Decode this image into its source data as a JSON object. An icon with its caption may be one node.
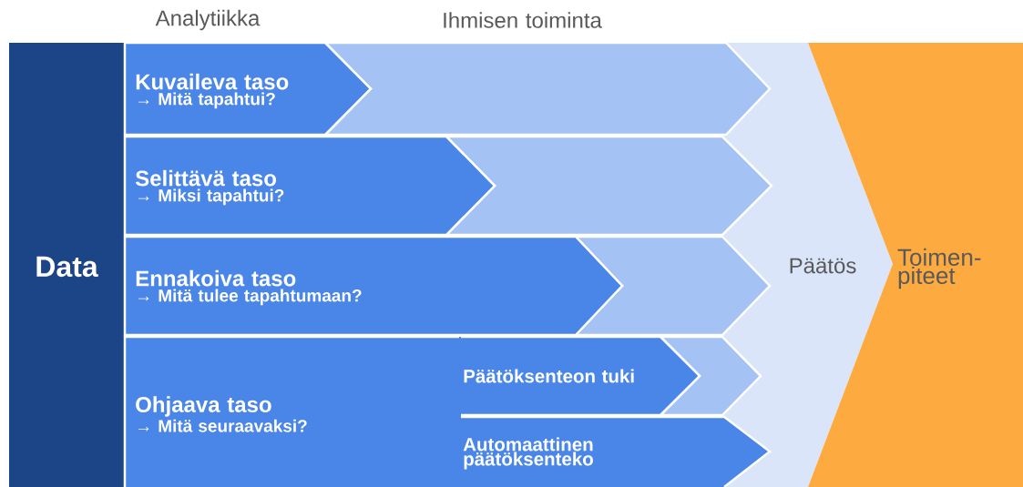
{
  "diagram": {
    "nodes": [
      {
        "text": [
          "Data"
        ]
      },
      {
        "text": [
          "Kuvaileva taso",
          "→ Mitä tapahtui?"
        ]
      },
      {
        "text": [
          "Selittävä taso",
          "→ Miksi tapahtui?"
        ]
      },
      {
        "text": [
          "Ennakoiva taso",
          "→ Mitä tulee tapahtumaan?"
        ]
      },
      {
        "text": [
          "Ohjaava taso",
          "→ Mitä seuraavaksi?"
        ]
      },
      {
        "text": [
          "Päätöksenteon tuki"
        ]
      },
      {
        "text": [
          "Automaattinen päätöksenteko"
        ]
      },
      {
        "text": [
          "Päätös"
        ]
      },
      {
        "text": [
          "Toimen- piteet"
        ]
      }
    ],
    "labels": [
      "Analytiikka",
      "Ihmisen toiminta"
    ]
  }
}
